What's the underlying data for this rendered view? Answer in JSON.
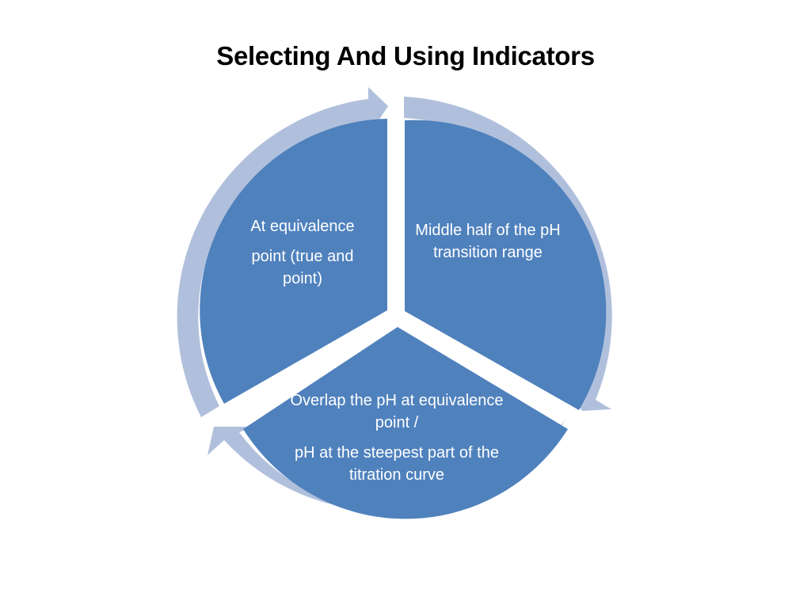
{
  "title": "Selecting And Using Indicators",
  "colors": {
    "segment_fill": "#4f81bd",
    "ring_fill": "#b0c0dc",
    "text": "#ffffff",
    "title": "#000000"
  },
  "segments": [
    {
      "id": "left",
      "line1": "At equivalence",
      "line2": "point (true and point)"
    },
    {
      "id": "right",
      "line1": "Middle  half of the pH transition range"
    },
    {
      "id": "bottom",
      "line1": "Overlap the pH at equivalence point /",
      "line2": "pH at the steepest part of the titration curve"
    }
  ]
}
